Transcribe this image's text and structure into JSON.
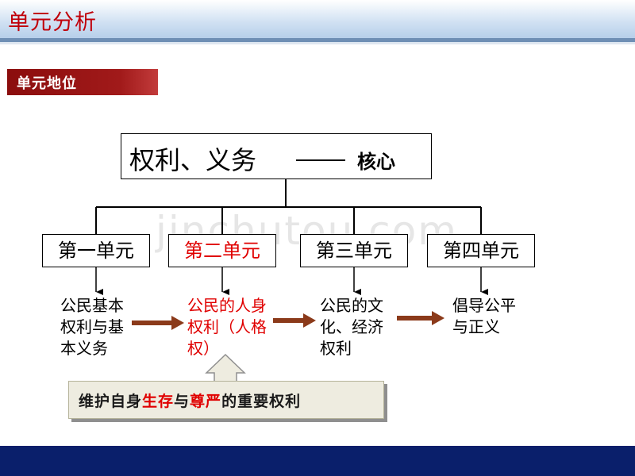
{
  "slide": {
    "title": "单元分析",
    "section_tag": "单元地位",
    "core": {
      "main": "权利、义务",
      "sub": "核心"
    },
    "units": [
      {
        "label": "第一单元",
        "highlight": false
      },
      {
        "label": "第二单元",
        "highlight": true
      },
      {
        "label": "第三单元",
        "highlight": false
      },
      {
        "label": "第四单元",
        "highlight": false
      }
    ],
    "descriptions": [
      {
        "lines": [
          "公民基本",
          "权利与基",
          "本义务"
        ],
        "highlight": false
      },
      {
        "lines": [
          "公民的人身",
          "权利（人格",
          "权）"
        ],
        "highlight": true
      },
      {
        "lines": [
          "公民的文",
          "化、经济",
          "权利"
        ],
        "highlight": false
      },
      {
        "lines": [
          "倡导公平",
          "与正义"
        ],
        "highlight": false
      }
    ],
    "callout": {
      "part1": "维护自身",
      "part2": "生存",
      "part3": "与",
      "part4": "尊严",
      "part5": "的重要权利"
    },
    "watermark": "jinchutou.com"
  },
  "colors": {
    "title_red": "#c0000a",
    "highlight_red": "#e00000",
    "tag_red": "#8b0d0d",
    "arrow_brown": "#8b3a1a",
    "footer_navy": "#0a1f6b",
    "callout_bg": "#eeece0"
  }
}
